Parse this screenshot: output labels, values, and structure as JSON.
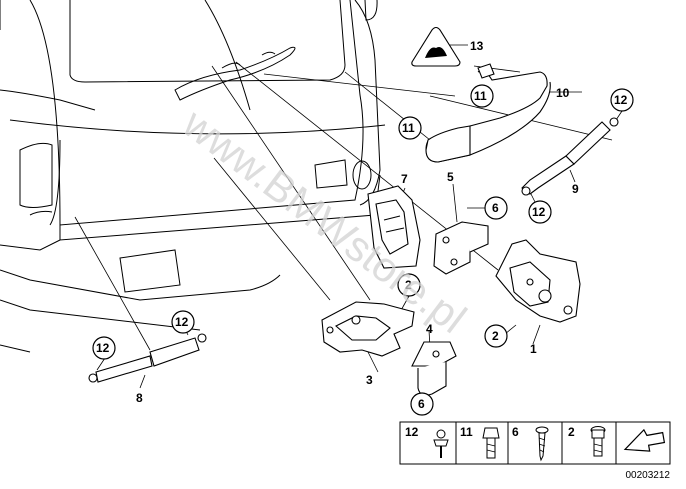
{
  "watermark": "www.BMWstore.pl",
  "diagram_id": "00203212",
  "callouts": {
    "c1": "1",
    "c2a": "2",
    "c2b": "2",
    "c3": "3",
    "c4": "4",
    "c5": "5",
    "c6a": "6",
    "c6b": "6",
    "c7": "7",
    "c8": "8",
    "c9": "9",
    "c10": "10",
    "c11a": "11",
    "c11b": "11",
    "c12a": "12",
    "c12b": "12",
    "c12c": "12",
    "c12d": "12",
    "c13": "13"
  },
  "legend": {
    "items": [
      {
        "number": "12",
        "icon": "ball-stud-icon"
      },
      {
        "number": "11",
        "icon": "hex-bolt-icon"
      },
      {
        "number": "6",
        "icon": "torx-screw-icon"
      },
      {
        "number": "2",
        "icon": "flange-bolt-icon"
      }
    ],
    "next_icon": "arrow-next-icon"
  }
}
